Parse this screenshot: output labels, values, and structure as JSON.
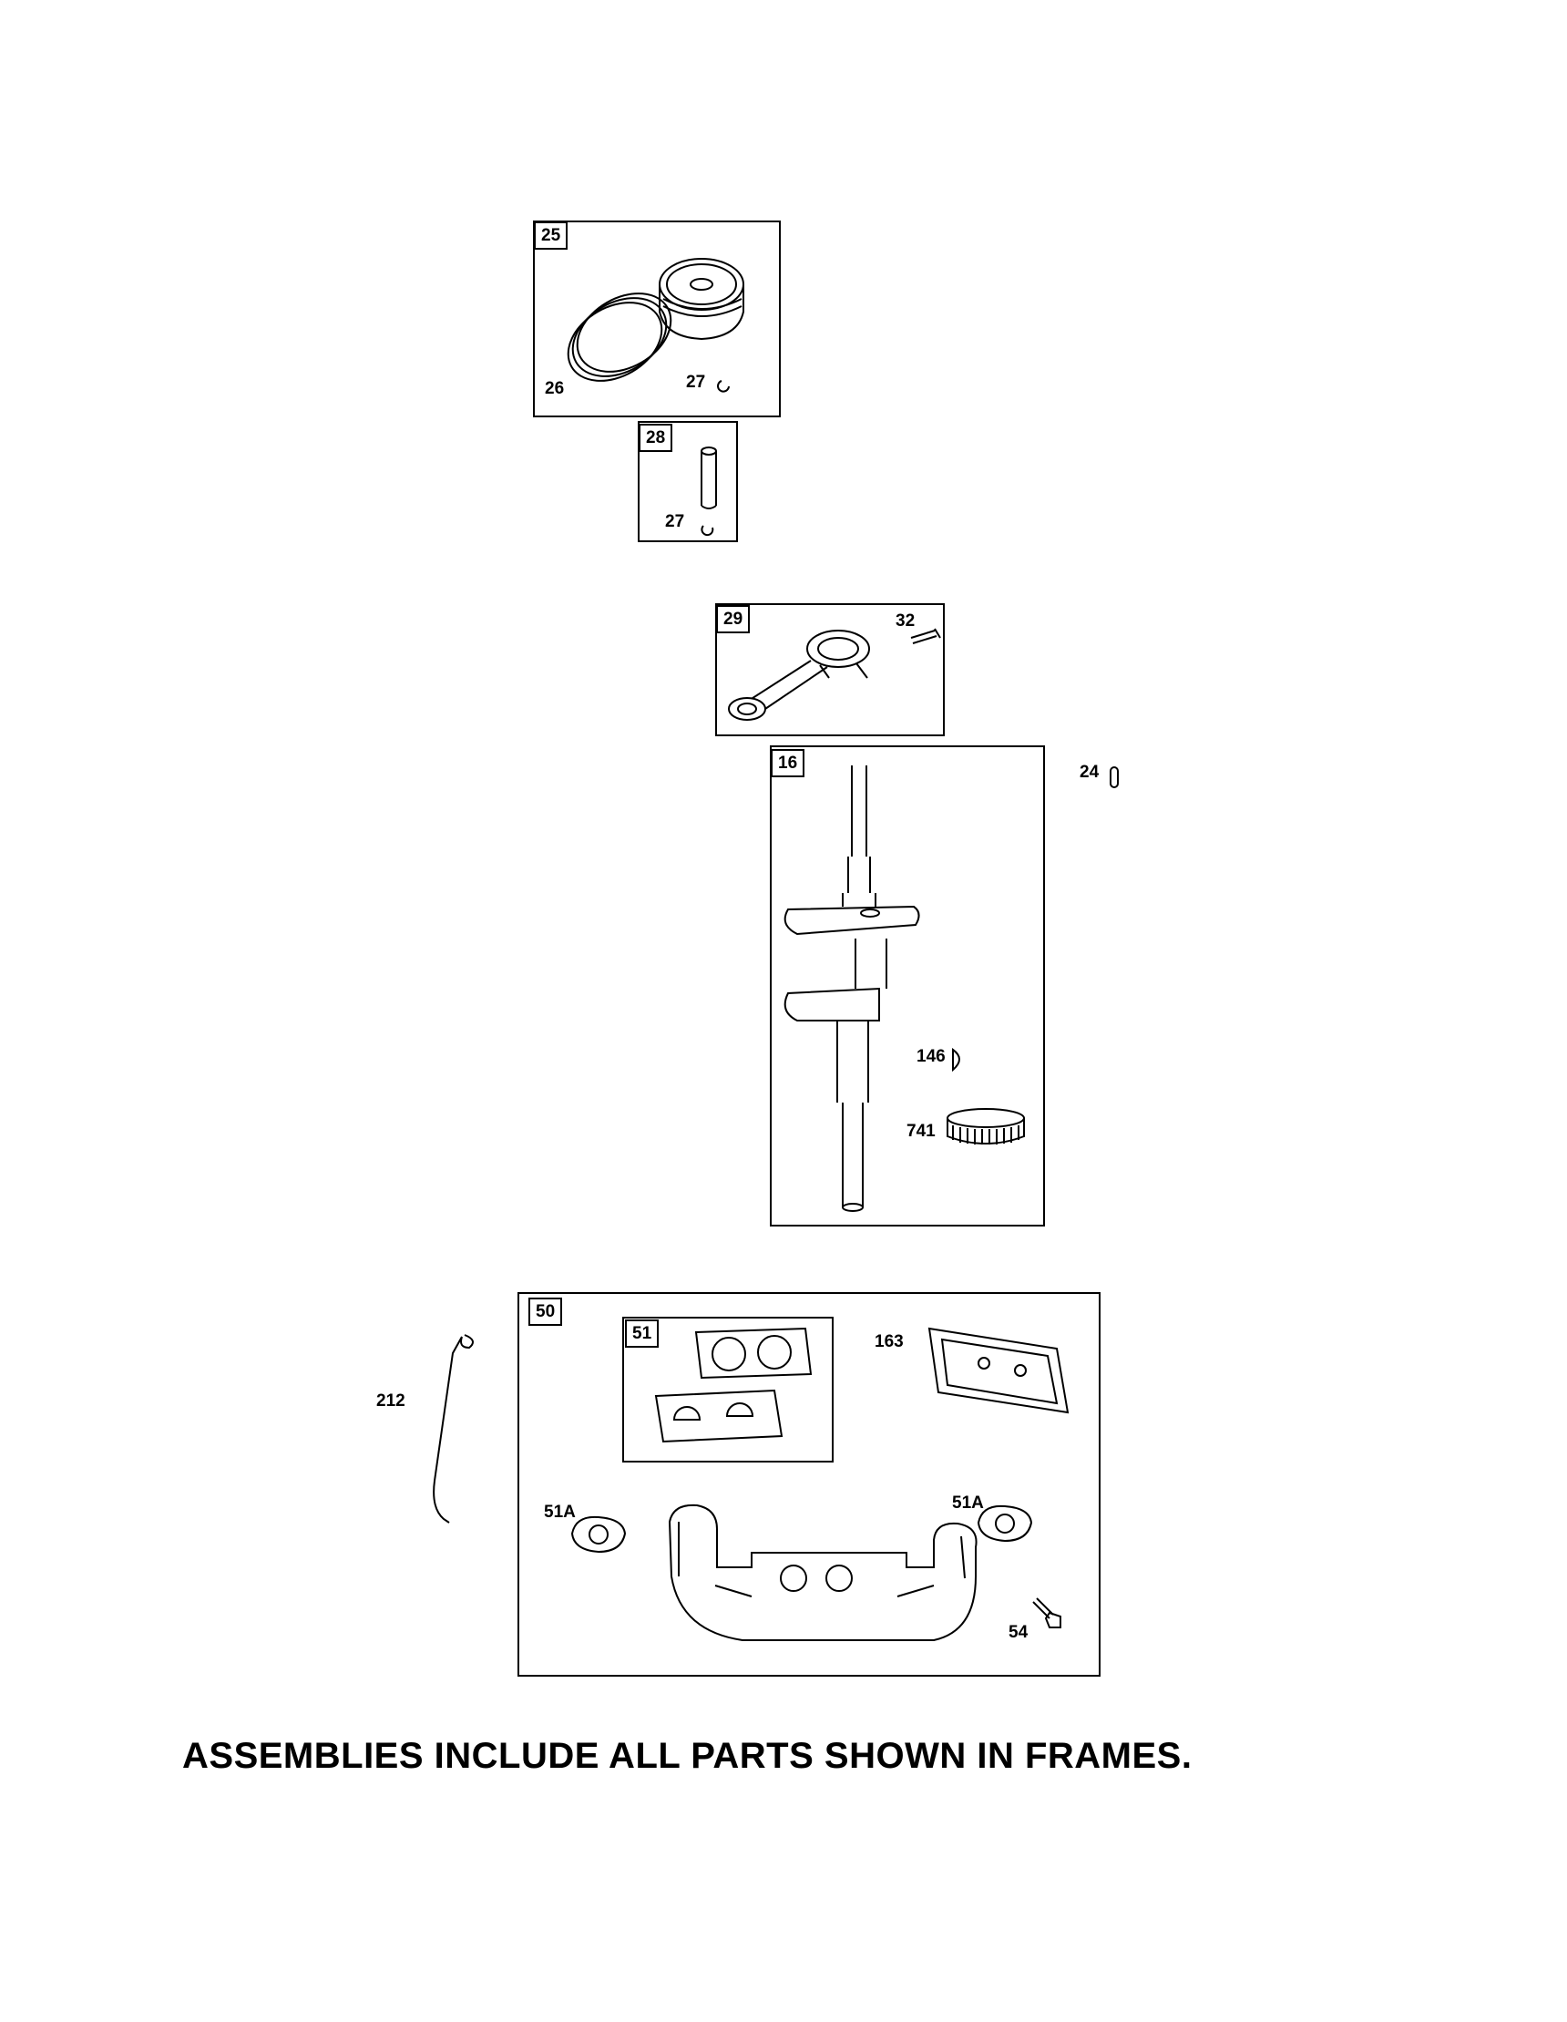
{
  "frames": {
    "piston": "25",
    "piston_pin": "28",
    "connecting_rod": "29",
    "crankshaft": "16",
    "gasket_set": "50",
    "valve_gaskets": "51"
  },
  "parts": {
    "rings": "26",
    "retainer_a": "27",
    "retainer_b": "27",
    "rod_screw": "32",
    "pin_24": "24",
    "key": "146",
    "gear": "741",
    "link": "212",
    "head_gasket": "163",
    "exhaust_gasket_left": "51A",
    "exhaust_gasket_right": "51A",
    "manifold_screw": "54"
  },
  "footer_note": "ASSEMBLIES INCLUDE ALL PARTS SHOWN IN FRAMES."
}
